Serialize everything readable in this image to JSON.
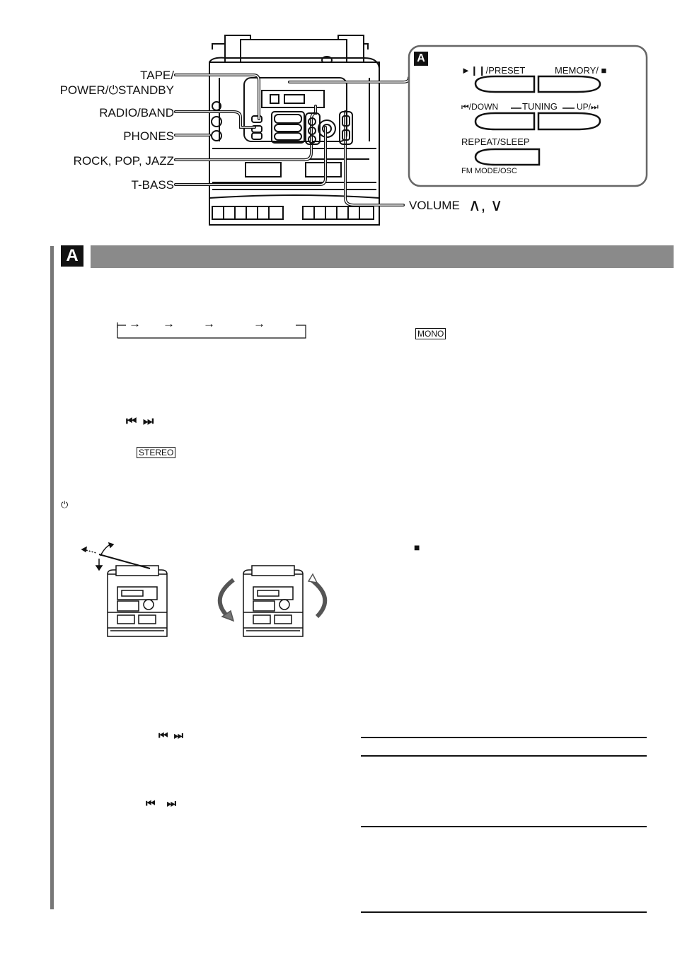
{
  "figure_labels": {
    "tape_power_line1": "TAPE/",
    "tape_power_line2": "POWER/⏻STANDBY",
    "radio_band": "RADIO/BAND",
    "phones": "PHONES",
    "rock_pop_jazz": "ROCK, POP, JAZZ",
    "t_bass": "T-BASS",
    "volume": "VOLUME",
    "volume_glyphs": "∧, ∨"
  },
  "panel_a": {
    "badge": "A",
    "play_preset": "►❙❙/PRESET",
    "memory_stop": "MEMORY/ ■",
    "down": "⏮/DOWN",
    "tuning": "TUNING",
    "up": "UP/⏭",
    "repeat_sleep": "REPEAT/SLEEP",
    "fm_mode_osc": "FM MODE/OSC"
  },
  "section": {
    "badge": "A"
  },
  "body_text": {
    "arrows": [
      "→",
      "→",
      "→",
      "→"
    ],
    "mono_indicator": "MONO",
    "skip_icons_1": "⏮  ⏭",
    "stereo_indicator": "STEREO",
    "standby_symbol": "⏻",
    "stop_symbol": "■",
    "skip_icons_2": "⏮  ⏭",
    "skip_icons_3": "⏮  ⏭"
  }
}
